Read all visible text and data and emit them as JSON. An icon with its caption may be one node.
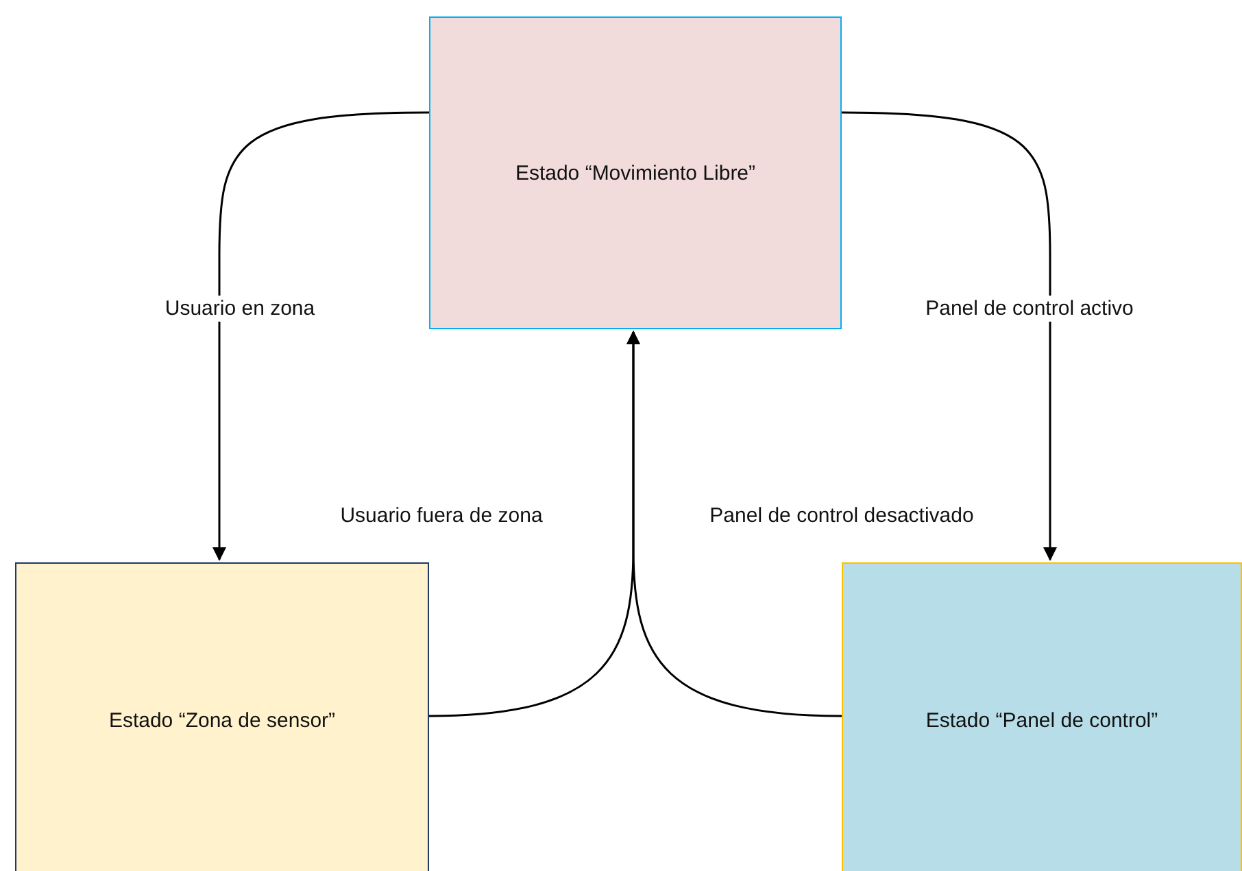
{
  "diagram": {
    "nodes": [
      {
        "text": [
          "Estado “Movimiento Libre”"
        ]
      },
      {
        "text": [
          "Estado “Zona de sensor”"
        ]
      },
      {
        "text": [
          "Estado “Panel de control”"
        ]
      }
    ],
    "edges": [
      {
        "from": 0,
        "to": 1,
        "arrow": "to",
        "label": "Usuario en zona"
      },
      {
        "from": 1,
        "to": 0,
        "arrow": "to",
        "label": "Usuario fuera de zona"
      },
      {
        "from": 0,
        "to": 2,
        "arrow": "to",
        "label": "Panel de control activo"
      },
      {
        "from": 2,
        "to": 0,
        "arrow": "to",
        "label": "Panel de control desactivado"
      }
    ]
  }
}
